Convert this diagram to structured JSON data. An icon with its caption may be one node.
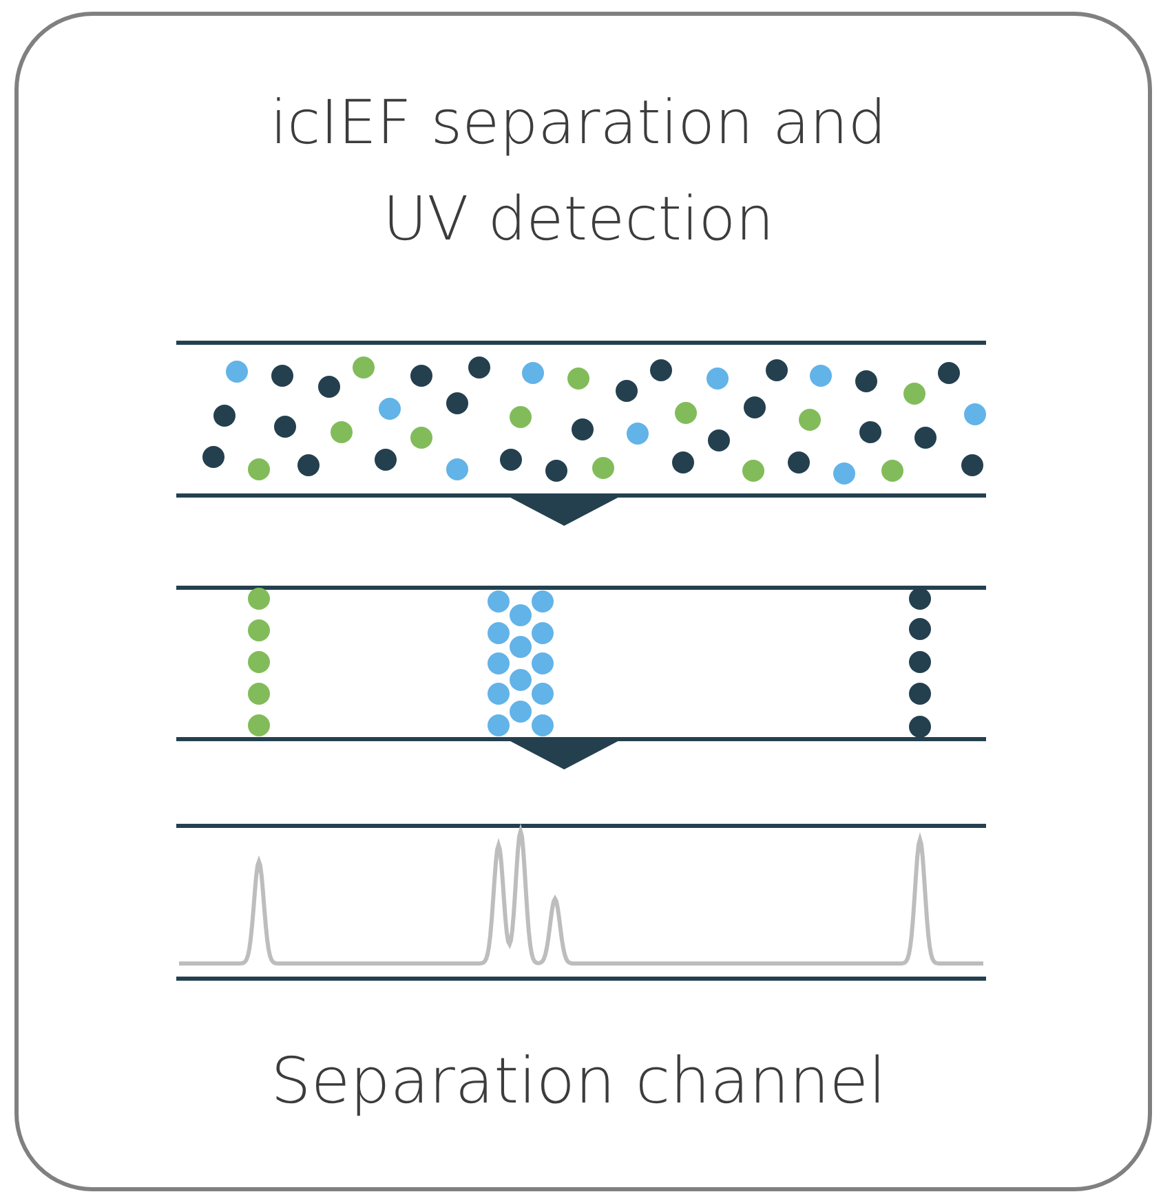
{
  "diagram": {
    "title": "icIEF separation and UV detection",
    "nodes": [
      {
        "text": [],
        "shape": "picture"
      },
      {
        "text": [],
        "shape": "picture"
      },
      {
        "text": [],
        "shape": "picture"
      }
    ],
    "edges": [
      {
        "from": 0,
        "to": null,
        "arrow": "to"
      },
      {
        "from": 1,
        "to": null,
        "arrow": "to"
      }
    ],
    "labels": [
      "Separation channel"
    ]
  }
}
